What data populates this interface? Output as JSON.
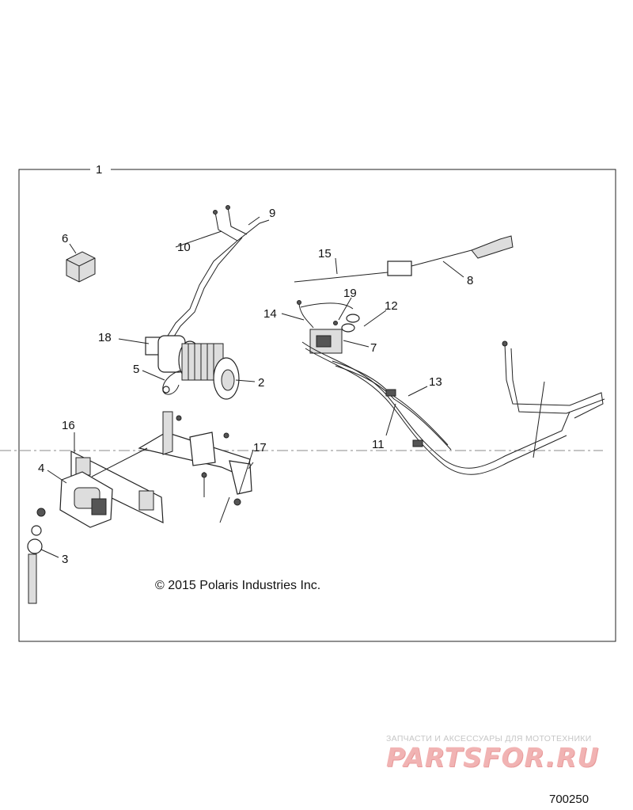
{
  "diagram": {
    "callouts": [
      {
        "id": "c1",
        "label": "1"
      },
      {
        "id": "c2",
        "label": "2"
      },
      {
        "id": "c3",
        "label": "3"
      },
      {
        "id": "c4",
        "label": "4"
      },
      {
        "id": "c5",
        "label": "5"
      },
      {
        "id": "c6",
        "label": "6"
      },
      {
        "id": "c7",
        "label": "7"
      },
      {
        "id": "c8",
        "label": "8"
      },
      {
        "id": "c9",
        "label": "9"
      },
      {
        "id": "c10",
        "label": "10"
      },
      {
        "id": "c11",
        "label": "11"
      },
      {
        "id": "c12",
        "label": "12"
      },
      {
        "id": "c13",
        "label": "13"
      },
      {
        "id": "c14",
        "label": "14"
      },
      {
        "id": "c15",
        "label": "15"
      },
      {
        "id": "c16",
        "label": "16"
      },
      {
        "id": "c17",
        "label": "17"
      },
      {
        "id": "c18",
        "label": "18"
      },
      {
        "id": "c19",
        "label": "19"
      }
    ],
    "copyright": "© 2015 Polaris Industries Inc.",
    "drawing_id": "700250"
  },
  "watermark": {
    "tagline": "ЗАПЧАСТИ И АКСЕССУАРЫ ДЛЯ МОТОТЕХНИКИ",
    "logo": "PARTSFOR.RU",
    "colors": {
      "logo": "#f1b3b3",
      "tagline": "#c6c6c6"
    }
  }
}
